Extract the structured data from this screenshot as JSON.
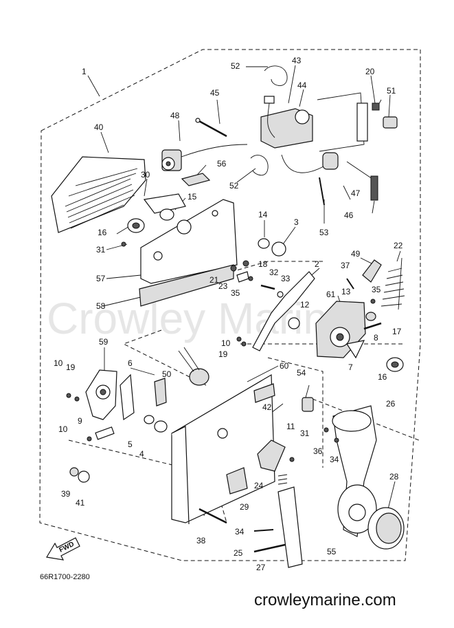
{
  "diagram": {
    "watermark": "Crowley Marine",
    "diagram_code": "66R1700-2280",
    "website": "crowleymarine.com",
    "fwd_label": "FWD",
    "callouts": [
      "1",
      "2",
      "3",
      "4",
      "5",
      "6",
      "7",
      "8",
      "9",
      "10",
      "10",
      "10",
      "11",
      "12",
      "13",
      "14",
      "15",
      "16",
      "16",
      "17",
      "18",
      "19",
      "19",
      "20",
      "21",
      "22",
      "23",
      "24",
      "25",
      "26",
      "27",
      "28",
      "29",
      "30",
      "31",
      "31",
      "32",
      "33",
      "34",
      "34",
      "35",
      "35",
      "36",
      "37",
      "38",
      "39",
      "40",
      "41",
      "42",
      "43",
      "44",
      "45",
      "46",
      "47",
      "48",
      "49",
      "50",
      "51",
      "52",
      "52",
      "53",
      "54",
      "55",
      "56",
      "57",
      "58",
      "59",
      "60",
      "61"
    ]
  }
}
